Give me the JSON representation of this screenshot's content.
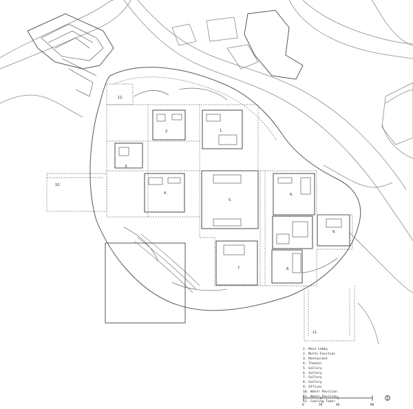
{
  "rooms": [
    {
      "number": "1."
    },
    {
      "number": "2."
    },
    {
      "number": "3."
    },
    {
      "number": "4."
    },
    {
      "number": "5."
    },
    {
      "number": "6."
    },
    {
      "number": "7."
    },
    {
      "number": "8."
    },
    {
      "number": "9."
    },
    {
      "number": "10."
    },
    {
      "number": "11."
    },
    {
      "number": "12."
    }
  ],
  "legend": [
    "1. Main Lobby",
    "2. Multi-Function",
    "3. Restaurant",
    "4. Theater",
    "5. Gallery",
    "6. Gallery",
    "7. Gallery",
    "8. Gallery",
    "9. Offices",
    "10. Water Pavilion",
    "11. Water Pavilion",
    "12. Cooling Tower"
  ],
  "scale": {
    "ticks": [
      "0",
      "20",
      "40",
      "80"
    ]
  },
  "icons": [
    "north-arrow-icon"
  ]
}
